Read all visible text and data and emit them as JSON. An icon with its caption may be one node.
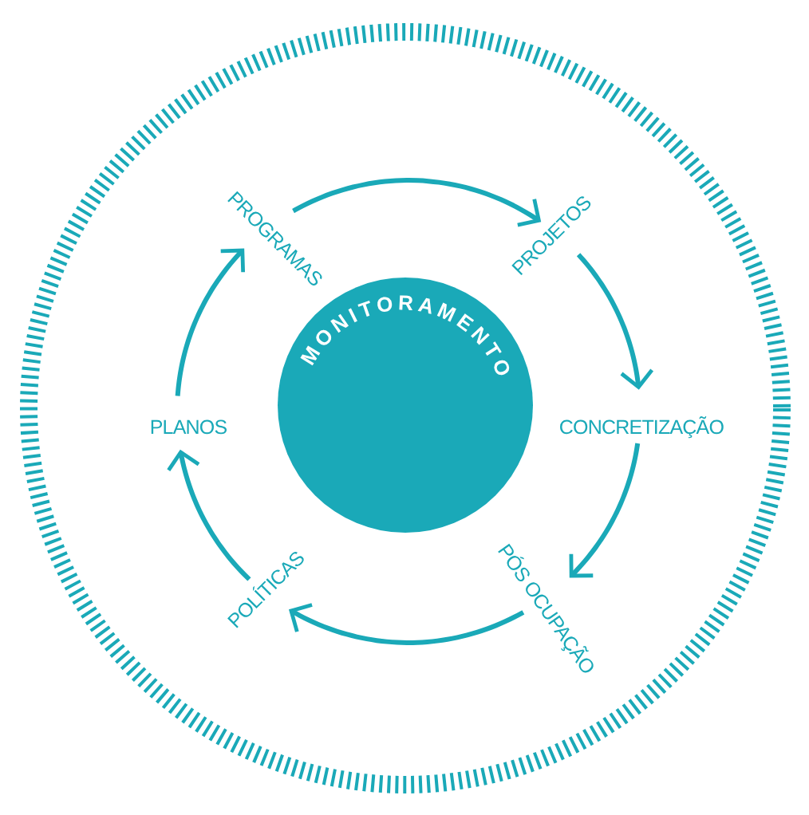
{
  "diagram": {
    "nodes": [
      {
        "text": [
          "MONITORAMENTO"
        ]
      },
      {
        "text": [
          "PROGRAMAS"
        ]
      },
      {
        "text": [
          "PROJETOS"
        ]
      },
      {
        "text": [
          "CONCRETIZAÇÃO"
        ]
      },
      {
        "text": [
          "PÓS OCUPAÇÃO"
        ]
      },
      {
        "text": [
          "POLÍTICAS"
        ]
      },
      {
        "text": [
          "PLANOS"
        ]
      }
    ],
    "edges": [
      {
        "from": 1,
        "to": 2,
        "arrow": "to"
      },
      {
        "from": 2,
        "to": 3,
        "arrow": "to"
      },
      {
        "from": 3,
        "to": 4,
        "arrow": "to"
      },
      {
        "from": 4,
        "to": 5,
        "arrow": "to"
      },
      {
        "from": 5,
        "to": 6,
        "arrow": "to"
      },
      {
        "from": 6,
        "to": 1,
        "arrow": "to"
      }
    ]
  }
}
